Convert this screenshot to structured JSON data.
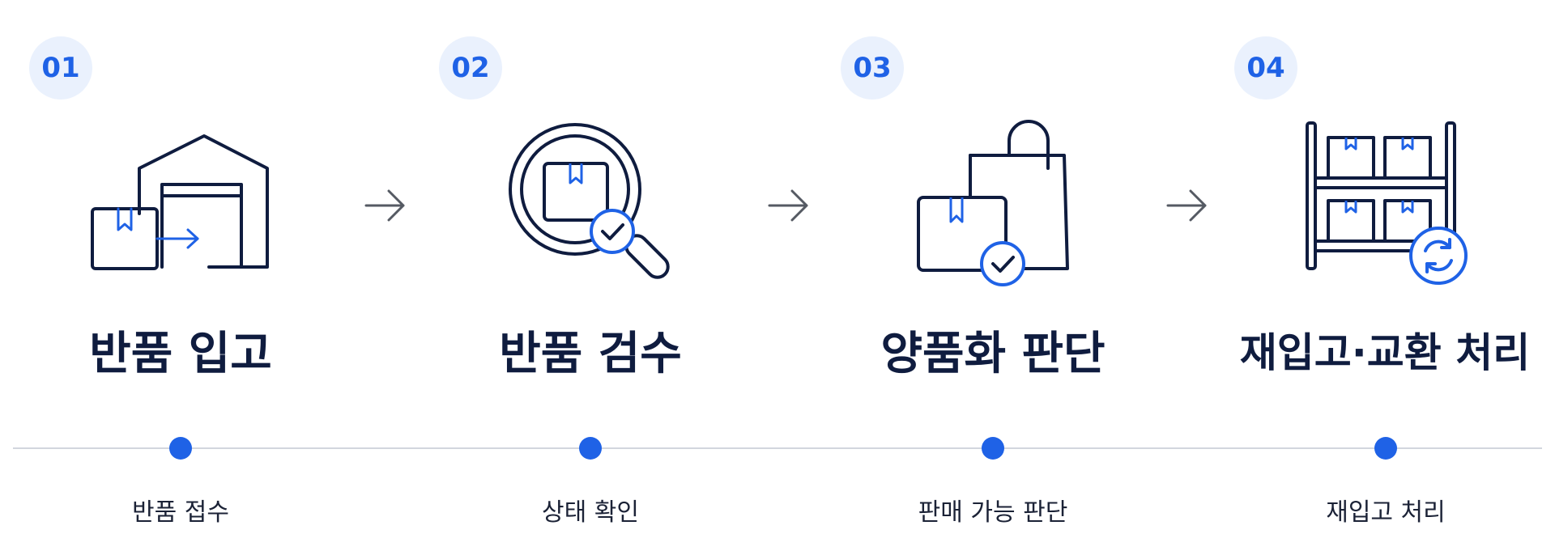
{
  "steps": [
    {
      "number": "01",
      "title": "반품 입고",
      "subtitle": "반품 접수",
      "icon": "warehouse-icon"
    },
    {
      "number": "02",
      "title": "반품 검수",
      "subtitle": "상태 확인",
      "icon": "inspection-icon"
    },
    {
      "number": "03",
      "title": "양품화 판단",
      "subtitle": "판매 가능 판단",
      "icon": "shopping-bag-check-icon"
    },
    {
      "number": "04",
      "title": "재입고·교환 처리",
      "subtitle": "재입고 처리",
      "icon": "restock-shelf-icon"
    }
  ],
  "colors": {
    "accent": "#1f62e6",
    "badge_bg": "#eaf1fd",
    "navy": "#0f1c3f",
    "arrow": "#555a63",
    "timeline": "#d2d6de"
  }
}
